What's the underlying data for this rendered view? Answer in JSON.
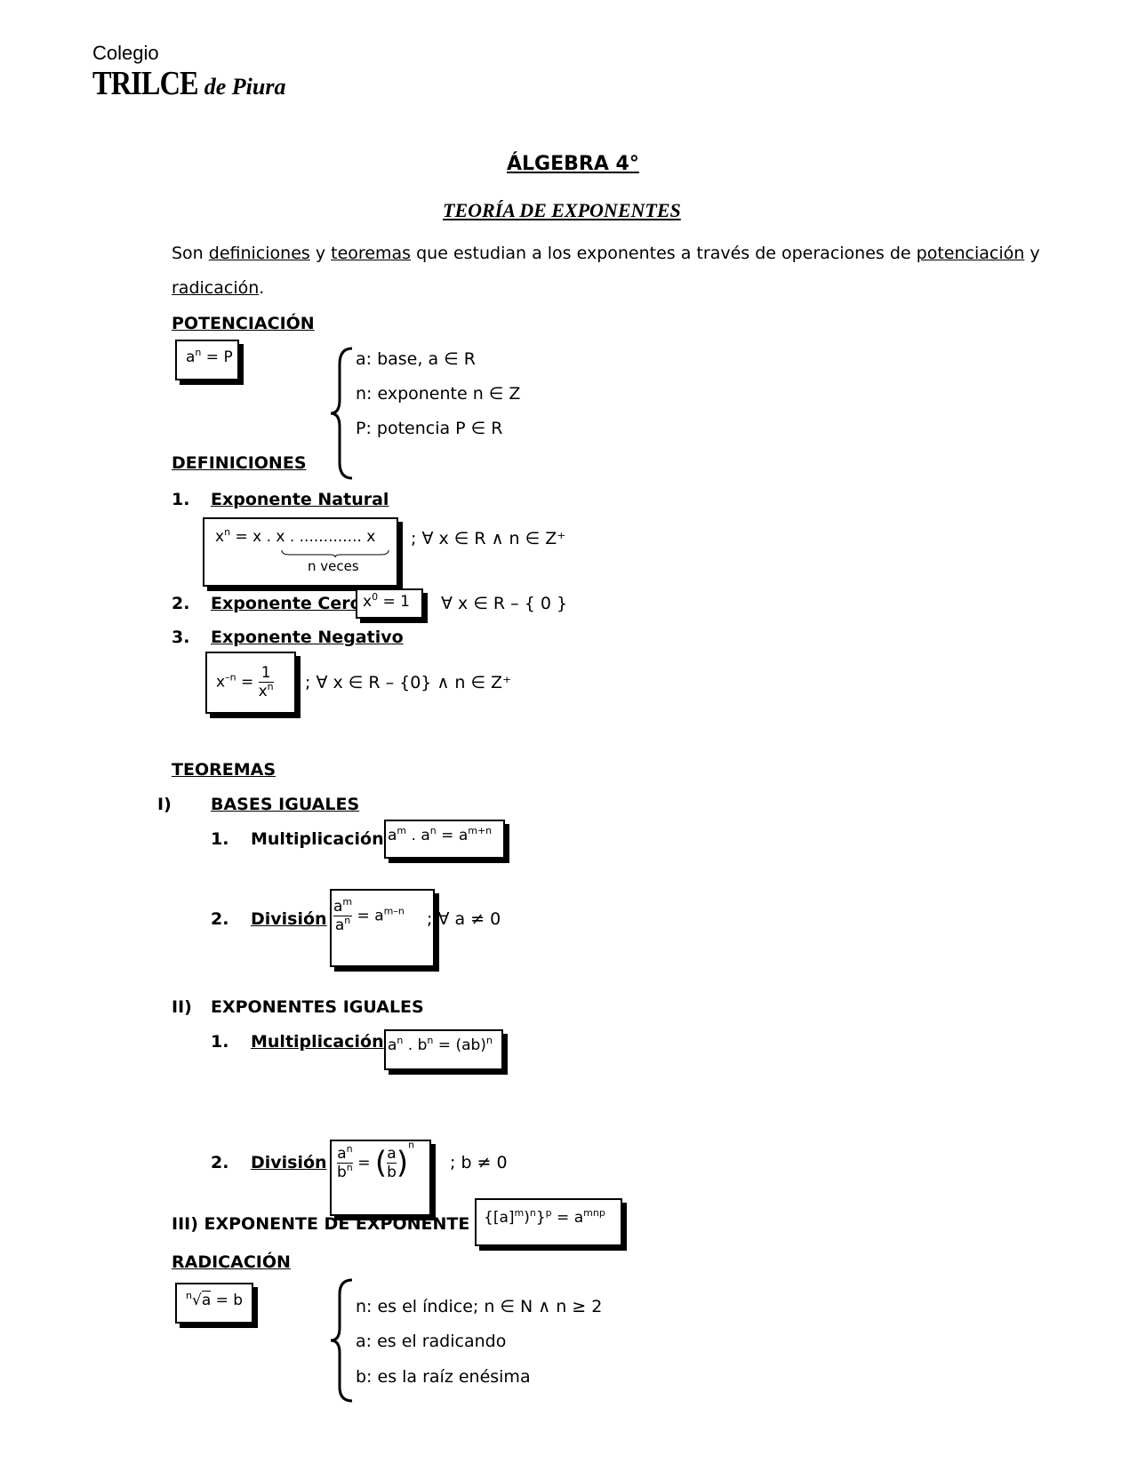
{
  "logo": {
    "line1": "Colegio",
    "line2": "TRILCE",
    "line3": "de Piura"
  },
  "course_title": "ÁLGEBRA 4°",
  "doc_title": "TEORÍA DE EXPONENTES",
  "intro": {
    "w1": "Son",
    "def": "definiciones",
    "w2": "y",
    "teo": "teoremas",
    "w3": "que estudian a los exponentes a través de operaciones de",
    "pot": "potenciación",
    "w4": "y",
    "rad": "radicación",
    "end": "."
  },
  "potenciacion": {
    "heading": "POTENCIACIÓN",
    "formula_base": "a",
    "formula_exp": "n",
    "formula_rest": " = P",
    "legend": [
      "a: base, a ∈ R",
      "n: exponente n ∈ Z",
      "P: potencia P ∈ R"
    ]
  },
  "definiciones": {
    "heading": "DEFINICIONES",
    "items": [
      {
        "num": "1.",
        "title": "Exponente Natural",
        "lhs_base": "x",
        "lhs_exp": "n",
        "rhs": "= x . x . ............. x",
        "underbrace": "n veces",
        "cond": "; ∀ x ∈ R ∧ n ∈ Z⁺"
      },
      {
        "num": "2.",
        "title": "Exponente Cero",
        "base": "x",
        "exp": "0",
        "rest": " = 1",
        "cond": "∀ x ∈ R – { 0 }"
      },
      {
        "num": "3.",
        "title": "Exponente Negativo",
        "lhs_base": "x",
        "lhs_exp": "–n",
        "eq": "=",
        "num_v": "1",
        "den_base": "x",
        "den_exp": "n",
        "cond": ";  ∀ x ∈ R – {0}   ∧   n ∈ Z⁺"
      }
    ]
  },
  "teoremas": {
    "heading": "TEOREMAS",
    "sec1": {
      "num": "I)",
      "title": "BASES IGUALES",
      "mult": {
        "num": "1.",
        "label": "Multiplicación",
        "f1": "a",
        "e1": "m",
        "f2": " . a",
        "e2": "n",
        "f3": " = a",
        "e3": "m+n"
      },
      "div": {
        "num": "2.",
        "label": "División",
        "nb": "a",
        "ne": "m",
        "db": "a",
        "de": "n",
        "eq": " = a",
        "ee": "m–n",
        "cond": ";  ∀ a ≠ 0"
      }
    },
    "sec2": {
      "num": "II)",
      "title": "EXPONENTES IGUALES",
      "mult": {
        "num": "1.",
        "label": "Multiplicación",
        "f1": "a",
        "e1": "n",
        "f2": " . b",
        "e2": "n",
        "f3": " = (ab)",
        "e3": "n"
      },
      "div": {
        "num": "2.",
        "label": "División",
        "nb": "a",
        "ne": "n",
        "db": "b",
        "de": "n",
        "eq": "=",
        "rn": "a",
        "rd": "b",
        "re": "n",
        "cond": ";  b ≠ 0"
      }
    },
    "sec3": {
      "title": "III) EXPONENTE DE EXPONENTE",
      "f1": "{[a]",
      "e1": "m",
      "f2": ")",
      "e2": "n",
      "f3": "}",
      "e3": "p",
      "f4": " = a",
      "e4": "mnp"
    }
  },
  "radicacion": {
    "heading": "RADICACIÓN",
    "index": "n",
    "radicand": "a",
    "rest": " = b",
    "legend": [
      "n: es el índice; n ∈ N ∧ n ≥ 2",
      "a: es el radicando",
      "b: es la raíz enésima"
    ]
  }
}
